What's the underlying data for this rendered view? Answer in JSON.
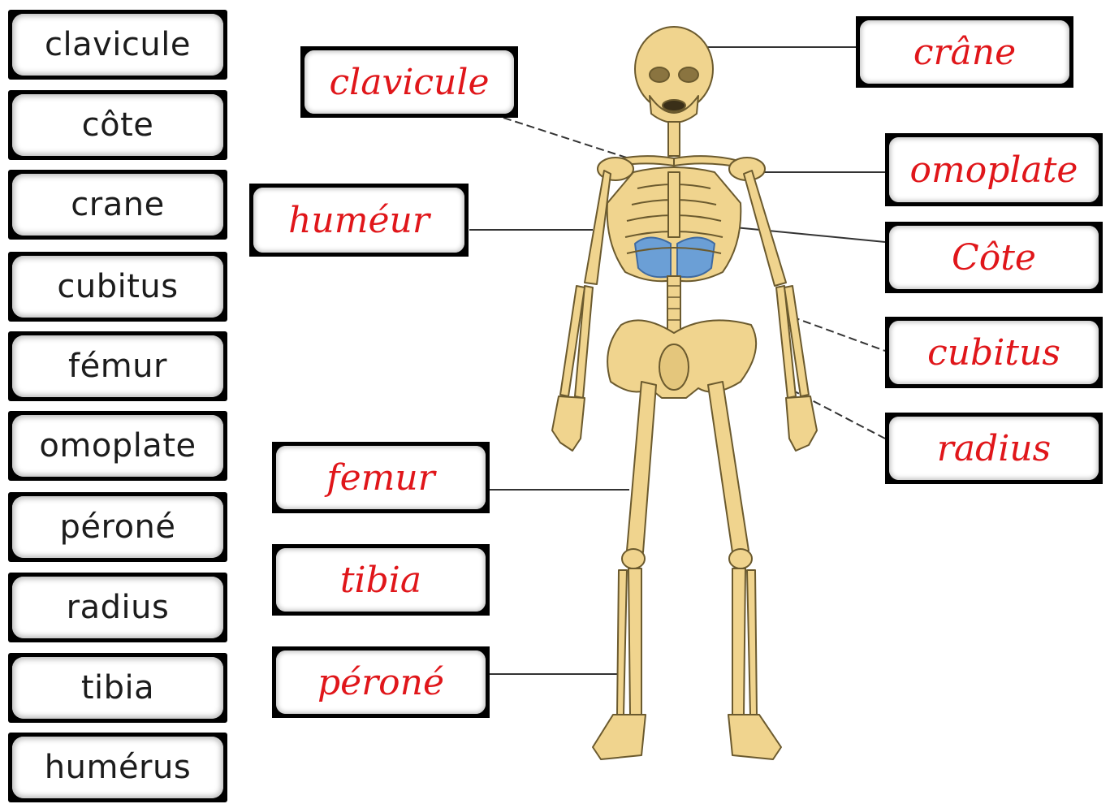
{
  "word_bank": [
    "clavicule",
    "côte",
    "crane",
    "cubitus",
    "fémur",
    "omoplate",
    "péroné",
    "radius",
    "tibia",
    "humérus"
  ],
  "labels": {
    "clavicule": "clavicule",
    "humerus": "huméur",
    "femur": "femur",
    "tibia": "tibia",
    "perone": "péroné",
    "crane": "crâne",
    "omoplate": "omoplate",
    "cote": "Côte",
    "cubitus": "cubitus",
    "radius": "radius"
  },
  "colors": {
    "bone": "#f0d48e",
    "bone_outline": "#6b5a2e",
    "handwriting": "#e0161a",
    "diaphragm": "#6b9fd6"
  }
}
